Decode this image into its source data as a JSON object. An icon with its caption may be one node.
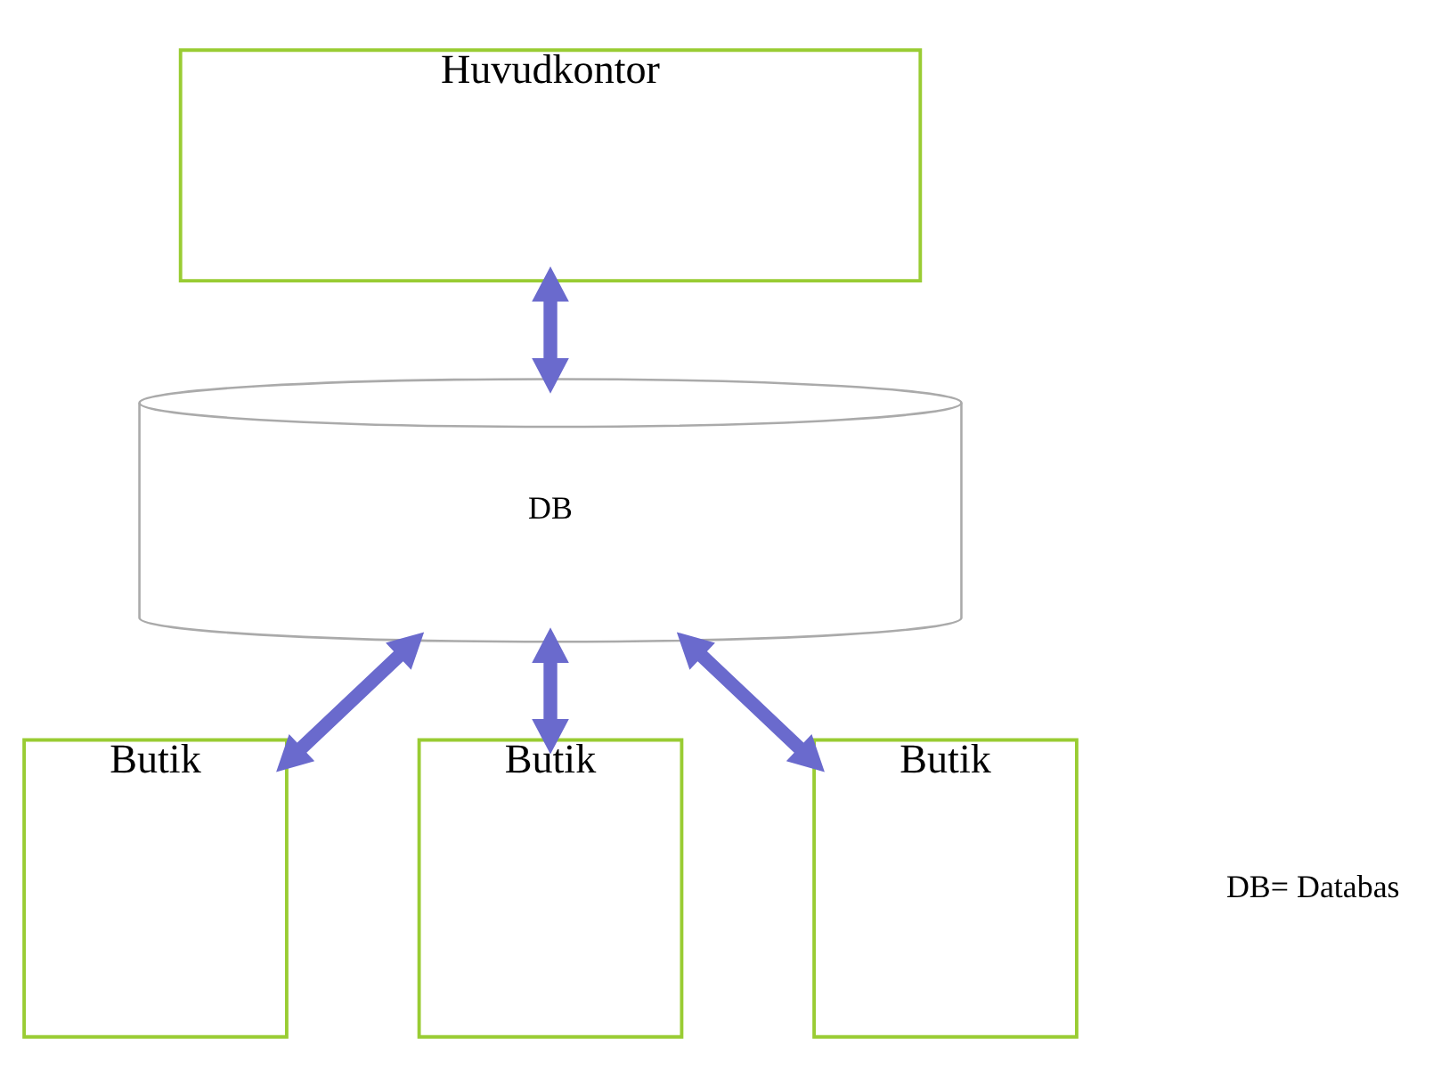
{
  "diagram": {
    "nodes": [
      {
        "text": [
          "Huvudkontor"
        ]
      },
      {
        "text": [
          "DB"
        ]
      },
      {
        "text": [
          "Butik"
        ]
      },
      {
        "text": [
          "Butik"
        ]
      },
      {
        "text": [
          "Butik"
        ]
      }
    ],
    "edges": [
      {
        "from": 0,
        "to": 1,
        "arrow": "both"
      },
      {
        "from": 1,
        "to": 2,
        "arrow": "both"
      },
      {
        "from": 1,
        "to": 3,
        "arrow": "both"
      },
      {
        "from": 1,
        "to": 4,
        "arrow": "both"
      }
    ],
    "labels": [
      "DB= Databas"
    ]
  }
}
